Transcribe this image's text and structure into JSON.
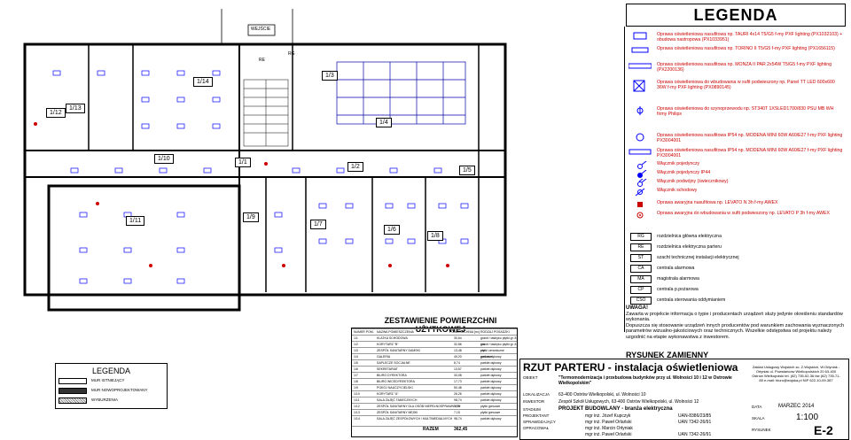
{
  "legend": {
    "title": "LEGENDA",
    "items": [
      {
        "text": "Oprawa oświetleniowa nasufitowa np. TAURI 4x14 T5/G5 f-my PXF lighting (PX1032103) + obudowa nastropowa (PX1033951)",
        "icon": "ceiling-fixture-square-icon"
      },
      {
        "text": "Oprawa oświetleniowa nasufitowa np. TORINO II T5/G5 f-my PXF lighting (PX1656115)",
        "icon": "ceiling-fixture-rect-icon"
      },
      {
        "text": "Oprawa oświetleniowa nasufitowa np. MONZA II PAR 2x54W T5/G5 f-my PXF lighting (PX2200136)",
        "icon": "linear-fixture-icon"
      },
      {
        "text": "Oprawa oświetleniowa do wbudowania w sufit podwieszony np. Panel TT LED 600x600 36W f-my PXF lighting (PX0890145)",
        "icon": "panel-fixture-icon"
      },
      {
        "text": "Oprawa oświetleniowa do szynoprzewodu np. ST340T 1XSLED1700/830 PSU MB WH firmy Philips",
        "icon": "track-fixture-icon"
      },
      {
        "text": "Oprawa oświetleniowa nasufitowa IP54 np. MODENA MINI 60W A60/E27 f-my PXF lighting PX3004001",
        "icon": "round-fixture-icon"
      },
      {
        "text": "Oprawa oświetleniowa nasufitowa IP54 np. MODENA MINI 60W A60/E27 f-my PXF lighting PX3004001",
        "icon": "wall-fixture-icon"
      },
      {
        "text": "Włącznik pojedynczy",
        "icon": "single-switch-icon"
      },
      {
        "text": "Włącznik pojedynczy IP44",
        "icon": "single-switch-ip44-icon"
      },
      {
        "text": "Włącznik podwójny (świecznikowy)",
        "icon": "double-switch-icon"
      },
      {
        "text": "Włącznik schodowy",
        "icon": "stair-switch-icon"
      },
      {
        "text": "Oprawa awaryjna nasufitowa np. LEVATO N 3h f-my AWEX",
        "icon": "emergency-light-icon"
      },
      {
        "text": "Oprawa awaryjna do wbudowania w sufit podwieszony np. LEVATO P 3h f-my AWEX",
        "icon": "emergency-recessed-icon"
      }
    ],
    "codes": [
      {
        "code": "RG",
        "text": "rozdzielnica główna elektryczna"
      },
      {
        "code": "RE",
        "text": "rozdzielnica elektryczna parteru"
      },
      {
        "code": "ST",
        "text": "szacht technicznej instalacji elektrycznej"
      },
      {
        "code": "CA",
        "text": "centrala alarmowa"
      },
      {
        "code": "MA",
        "text": "magistrala alarmowa"
      },
      {
        "code": "CP",
        "text": "centrala p.pożarowa"
      },
      {
        "code": "CSO",
        "text": "centrala sterowania oddymianiem"
      }
    ]
  },
  "notes": {
    "heading": "UWAGA!",
    "lines": [
      "Zawarta w projekcie informacja o typie i producentach urządzeń służy jedynie określeniu standardów wykonania.",
      "Dopuszcza się stosowanie urządzeń innych producentów pod warunkiem zachowania wyznaczonych parametrów wizualno-jakościowych oraz technicznych. Wszelkie odstępstwa od projektu należy uzgodnić na etapie wykonawstwa z inwestorem."
    ]
  },
  "title_block": {
    "revision": "RYSUNEK ZAMIENNY",
    "title": "RZUT PARTERU - instalacja oświetleniowa",
    "object_label": "OBIEKT",
    "object": "\"Termomodernizacja i przebudowa budynków przy ul. Wolności 10 i 12 w Ostrowie Wielkopolskim\"",
    "address_label": "LOKALIZACJA",
    "address": "63-400 Ostrów Wielkopolski, ul. Wolności 10",
    "investor_label": "INWESTOR",
    "investor": "Zespół Szkół Usługowych, 63-400 Ostrów Wielkopolski, ul. Wolności 12",
    "stage_label": "STADIUM",
    "stage": "PROJEKT BUDOWLANY - branża elektryczna",
    "designer_label": "PROJEKTANT",
    "designer": "mgr inż. Józef Kupczyk",
    "designer_lic": "UAN-8386/23/85",
    "checker_label": "SPRAWDZAJĄCY",
    "checker": "mgr inż. Paweł Orlański",
    "checker_lic": "UAN 7342-26/91",
    "assistant_label": "OPRACOWAŁ",
    "assistant": "mgr inż. Marcin Orłyniak",
    "assistant2": "mgr inż. Paweł Orlański",
    "assistant2_lic": "UAN 7342-26/91",
    "office": "Zakład Usługowy Wojskich sc. Z.Wojskich, W.Orłyniak - Orłyniak ul. Powstańców Wielkopolskich 20 63-400 Ostrów Wielkopolski tel. (62) 735-52-36 fax (62) 735-71-85 e-mail: biuro@wojska.pl NIP 622-10-09-387",
    "date_label": "DATA",
    "date": "MARZEC 2014",
    "scale_label": "SKALA",
    "scale": "1:100",
    "sheet_label": "RYSUNEK",
    "sheet": "E-2"
  },
  "areas_table": {
    "title": "ZESTAWIENIE POWIERZCHNI UŻYTKOWEJ",
    "headers": [
      "NUMER POM.",
      "NAZWA POMIESZCZENIA",
      "POWIERZCHNIA [m²]",
      "RODZAJ POSADZKI"
    ],
    "rows": [
      [
        "1/1",
        "KLATKA SCHODOWA",
        "30,64",
        "granit / lastryko płytki gr. 8 cm"
      ],
      [
        "1/2",
        "KORYTARZ \"B\"",
        "32,56",
        "granit / lastryko płytki gr. 8 cm"
      ],
      [
        "1/3",
        "ZESPÓŁ SANITARNY DAMSKI",
        "13,48",
        "płytki ceramiczne gresowe"
      ],
      [
        "1/4",
        "GALERIA",
        "49,20",
        "parkiet dębowy"
      ],
      [
        "1/5",
        "SAPLECZE SOCJALNE",
        "8,74",
        "parkiet dębowy"
      ],
      [
        "1/6",
        "SEKRETARIAT",
        "13,57",
        "parkiet dębowy"
      ],
      [
        "1/7",
        "BIURO DYREKTORA",
        "33,08",
        "parkiet dębowy"
      ],
      [
        "1/8",
        "BIURO WICEDYREKTORA",
        "17,73",
        "parkiet dębowy"
      ],
      [
        "1/9",
        "POKÓJ NAUCZYCIELSKI",
        "50,48",
        "parkiet dębowy"
      ],
      [
        "1/10",
        "KORYTARZ \"A\"",
        "26,26",
        "parkiet dębowy"
      ],
      [
        "1/11",
        "SALA ZAJĘĆ TANECZNYCH",
        "98,74",
        "parkiet dębowy"
      ],
      [
        "1/12",
        "ZESPÓŁ SANITARNY DLA OSÓB NIEPEŁNOSPRAWNYCH",
        "3,90",
        "płytki gresowe"
      ],
      [
        "1/13",
        "ZESPÓŁ SANITARNY MĘSKI",
        "7,15",
        "płytki gresowe"
      ],
      [
        "1/14",
        "SALA ZAJĘĆ ZESPOŁOWYCH / MULTIMEDIALNYCH",
        "98,74",
        "parkiet dębowy"
      ]
    ],
    "total_label": "RAZEM",
    "total": "362,45"
  },
  "hatch_legend": {
    "title": "LEGENDA",
    "items": [
      "MUR ISTNIEJĄCY",
      "MUR NOWOPROJEKTOWANY",
      "WYBURZENIA"
    ]
  },
  "plan": {
    "entrance": "WEJŚCIE",
    "rooms": [
      "1/1",
      "1/2",
      "1/3",
      "1/4",
      "1/5",
      "1/6",
      "1/7",
      "1/8",
      "1/9",
      "1/10",
      "1/11",
      "1/12",
      "1/13",
      "1/14"
    ],
    "panel_labels": [
      "RG",
      "RE"
    ]
  }
}
